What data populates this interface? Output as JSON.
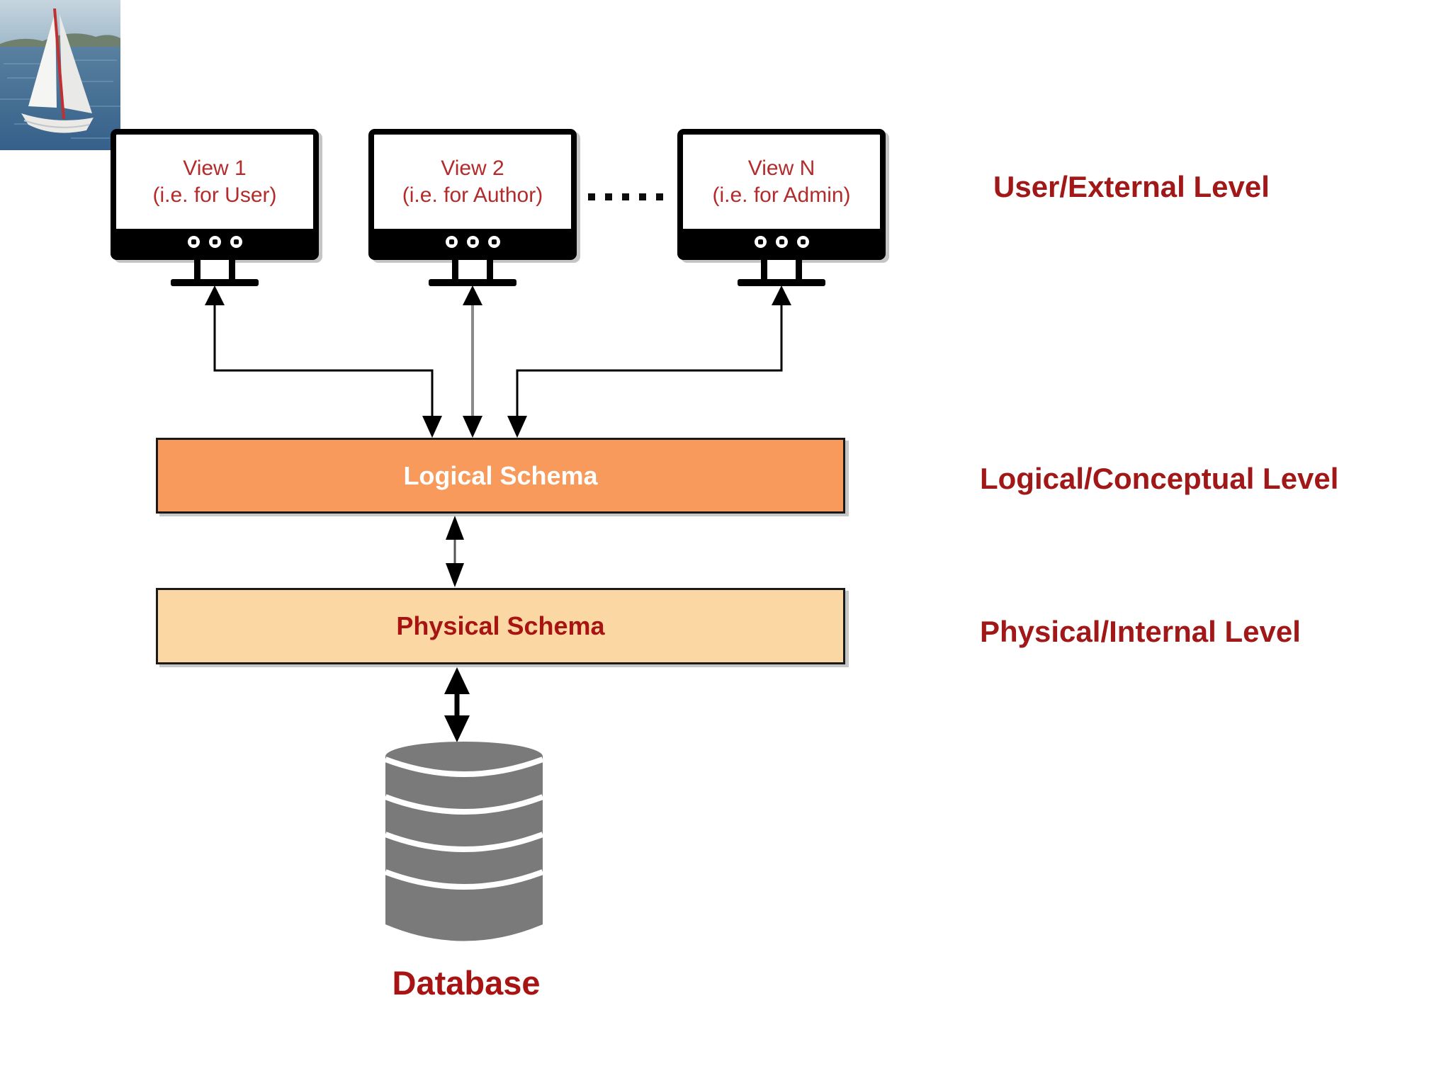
{
  "slide": {
    "background": "#ffffff",
    "corner_image": "sailboat-photo"
  },
  "views": [
    {
      "line1": "View 1",
      "line2": "(i.e. for User)"
    },
    {
      "line1": "View 2",
      "line2": "(i.e. for Author)"
    },
    {
      "line1": "View N",
      "line2": "(i.e. for Admin)"
    }
  ],
  "ellipsis_dot_count": 5,
  "levels": {
    "external": "User/External Level",
    "conceptual": "Logical/Conceptual Level",
    "internal": "Physical/Internal Level"
  },
  "boxes": {
    "logical": {
      "label": "Logical Schema"
    },
    "physical": {
      "label": "Physical Schema"
    }
  },
  "database": {
    "label": "Database"
  },
  "colors": {
    "view_text": "#B32B2B",
    "level_label_text": "#A01818",
    "logical_fill": "#F79A5B",
    "logical_text": "#FFFFFF",
    "physical_fill": "#FBD7A3",
    "physical_text": "#A81414",
    "cylinder_gray": "#7A7A7A",
    "connector_black": "#000000",
    "connector_gray": "#8A8A8A"
  }
}
